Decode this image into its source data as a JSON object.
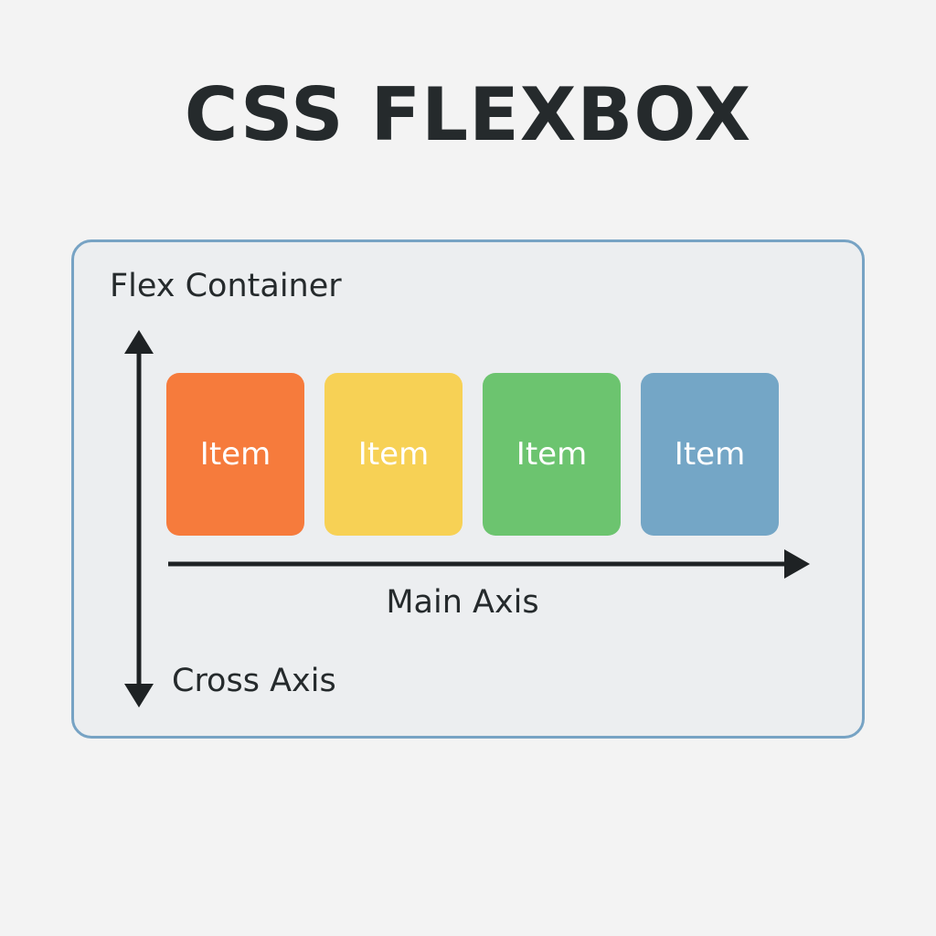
{
  "title": "CSS FLEXBOX",
  "container": {
    "label": "Flex Container",
    "border_color": "#77a3c4",
    "background": "#eceef0"
  },
  "items": [
    {
      "label": "Item",
      "color": "#f67b3c"
    },
    {
      "label": "Item",
      "color": "#f7d155"
    },
    {
      "label": "Item",
      "color": "#6cc46f"
    },
    {
      "label": "Item",
      "color": "#74a6c6"
    }
  ],
  "axes": {
    "main_label": "Main Axis",
    "cross_label": "Cross Axis",
    "arrow_color": "#1e2224"
  }
}
